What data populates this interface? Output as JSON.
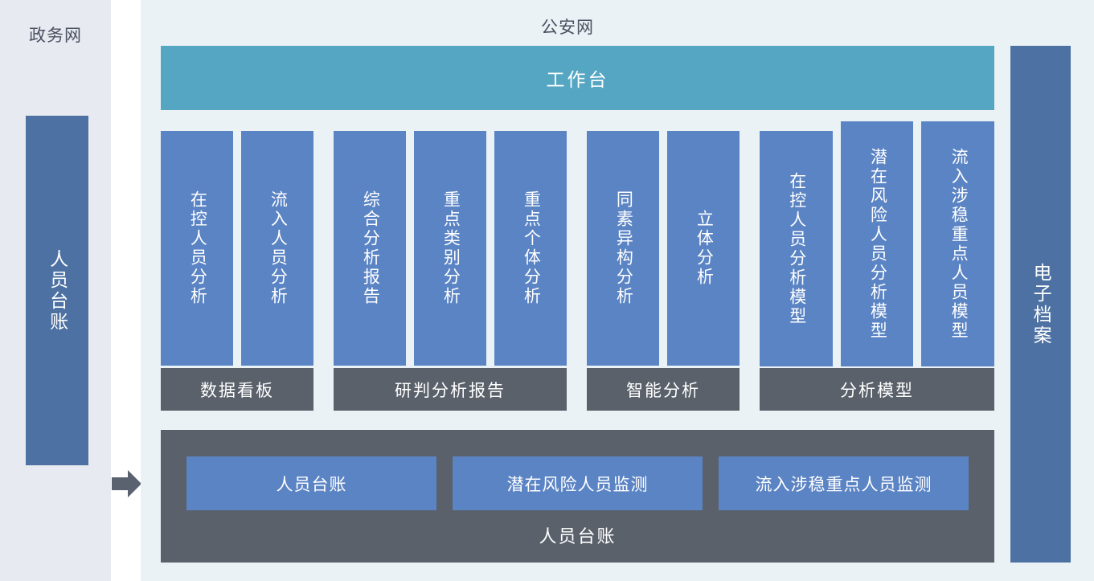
{
  "gov_network": {
    "title": "政务网",
    "bar_label": "人员台账",
    "arrow_icon": "arrow-right-icon"
  },
  "police_network": {
    "title": "公安网",
    "workbench_label": "工作台",
    "groups": [
      {
        "footer": "数据看板",
        "items": [
          "在控人员分析",
          "流入人员分析"
        ]
      },
      {
        "footer": "研判分析报告",
        "items": [
          "综合分析报告",
          "重点类别分析",
          "重点个体分析"
        ]
      },
      {
        "footer": "智能分析",
        "items": [
          "同素异构分析",
          "立体分析"
        ]
      },
      {
        "footer": "分析模型",
        "items": [
          "在控人员分析模型",
          "潜在风险人员分析模型",
          "流入涉稳重点人员模型"
        ]
      }
    ],
    "ledger": {
      "caption": "人员台账",
      "boxes": [
        "人员台账",
        "潜在风险人员监测",
        "流入涉稳重点人员监测"
      ]
    },
    "archive_label": "电子档案"
  },
  "colors": {
    "gov_panel_bg": "#e8eaf1",
    "police_panel_bg": "#eaf2f5",
    "dark_blue_bar": "#4c71a2",
    "teal_bar": "#55a6c3",
    "blue_bar": "#5b84c4",
    "gray_panel": "#5a616b",
    "title_text": "#4a5160",
    "arrow": "#5a6270"
  }
}
